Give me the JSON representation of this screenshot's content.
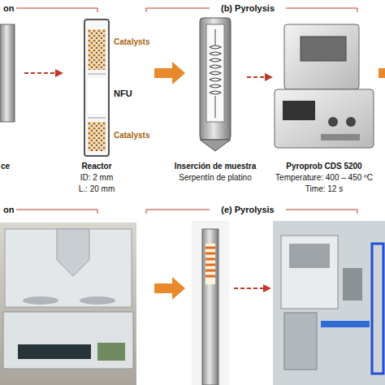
{
  "diagram": {
    "labels": [
      "on",
      "(b) Pyrolysis",
      "Catalysts",
      "NFU",
      "Catalysts",
      "ce",
      "Reactor",
      "ID: 2 mm",
      "L.: 20 mm",
      "Inserción de muestra",
      "Serpentín de platino",
      "Pyroprob CDS 5200",
      "Temperature: 400 – 450 ºC",
      "Time: 12 s",
      "on",
      "(e) Pyrolysis"
    ]
  }
}
